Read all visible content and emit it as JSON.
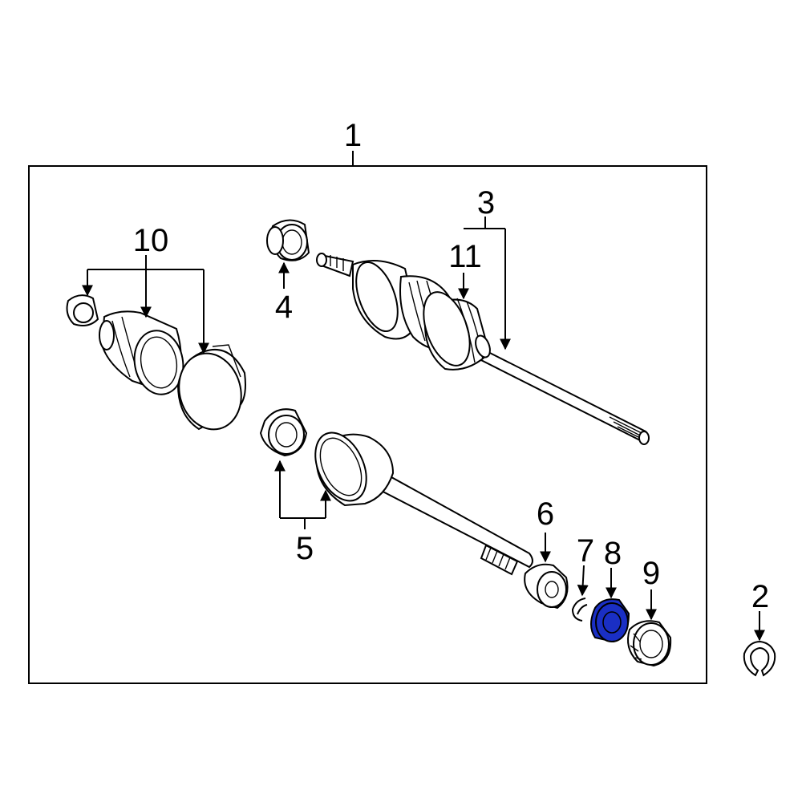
{
  "callouts": {
    "p1": "1",
    "p2": "2",
    "p3": "3",
    "p4": "4",
    "p5": "5",
    "p6": "6",
    "p7": "7",
    "p8": "8",
    "p9": "9",
    "p10": "10",
    "p11": "11"
  },
  "colors": {
    "highlight_part": "#1a2fc4",
    "line": "#000000",
    "background": "#ffffff"
  }
}
